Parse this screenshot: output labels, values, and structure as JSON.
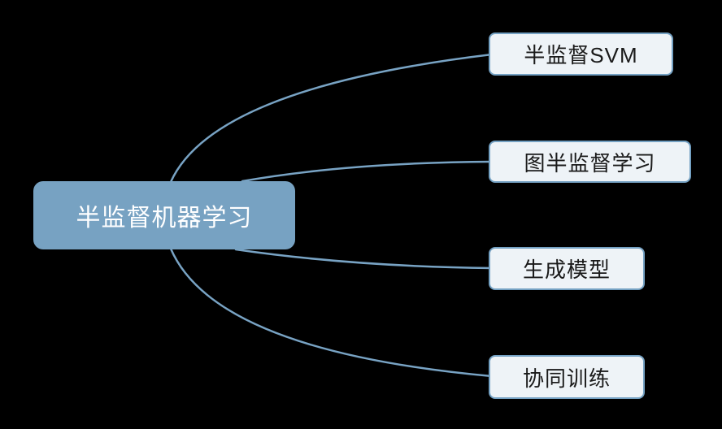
{
  "diagram": {
    "type": "mindmap",
    "root": {
      "label": "半监督机器学习"
    },
    "children": [
      {
        "label": "半监督SVM"
      },
      {
        "label": "图半监督学习"
      },
      {
        "label": "生成模型"
      },
      {
        "label": "协同训练"
      }
    ]
  },
  "colors": {
    "background": "#000000",
    "root_fill": "#77a2c2",
    "root_text": "#ffffff",
    "child_fill": "#eef3f7",
    "child_border": "#74a1c3",
    "child_text": "#1a1a1a",
    "connector": "#78a3c4"
  }
}
